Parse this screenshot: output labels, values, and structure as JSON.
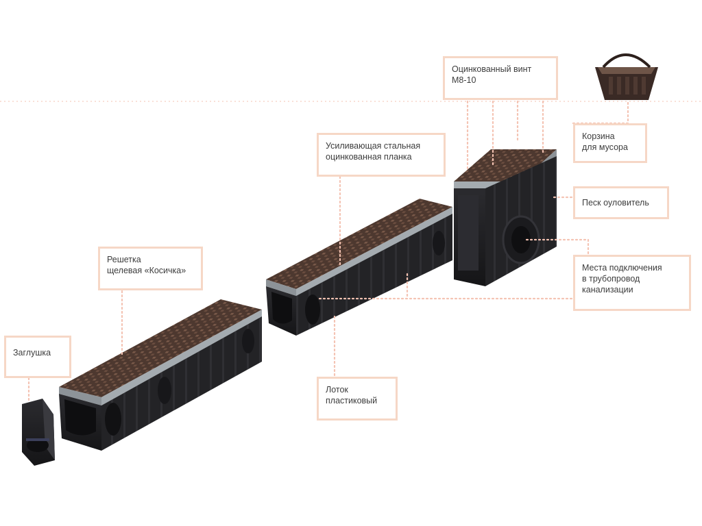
{
  "labels": {
    "plug": "Заглушка",
    "grate": [
      "Решетка",
      "щелевая «Косичка»"
    ],
    "steel_bar": [
      "Усиливающая стальная",
      "оцинкованная планка"
    ],
    "tray": [
      "Лоток",
      "пластиковый"
    ],
    "screw": [
      "Оцинкованный винт",
      "М8-10"
    ],
    "basket": [
      "Корзина",
      "для  мусора"
    ],
    "sand_trap": "Песк оуловитель",
    "connection": [
      "Места подключения",
      "в трубопровод",
      "канализации"
    ]
  },
  "colors": {
    "callout_border": "#f6d7c6",
    "leader": "#f4c3b3",
    "plastic_body": "#1f1f22",
    "grate_metal": "#5a4136",
    "steel_rim": "#9ea5ab"
  }
}
